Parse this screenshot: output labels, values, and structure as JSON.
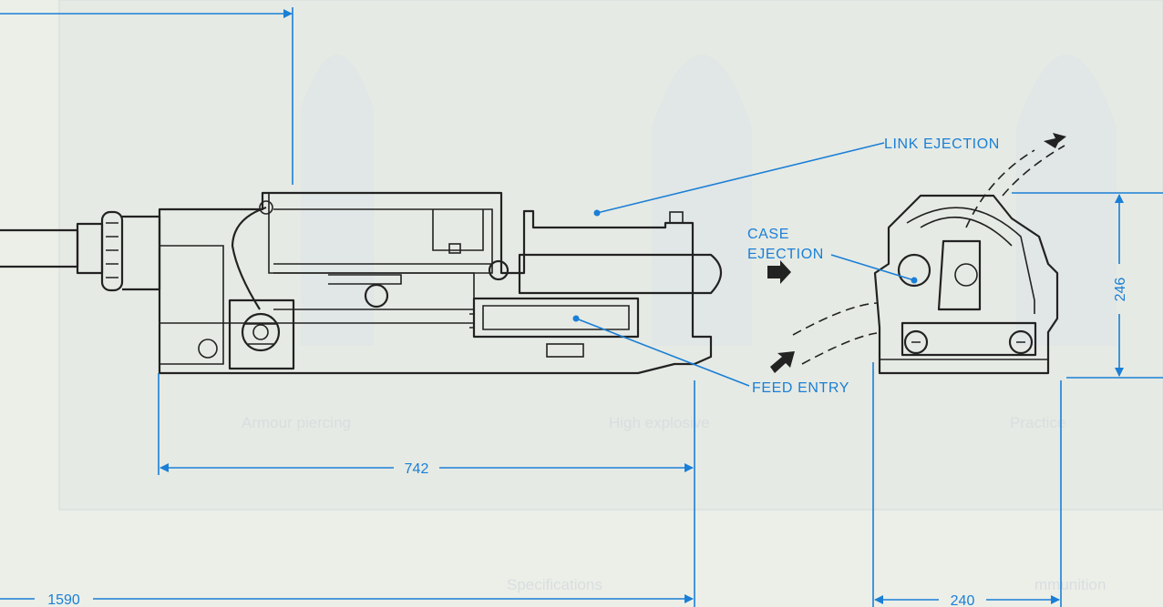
{
  "callouts": {
    "link_ejection": "LINK EJECTION",
    "case_ejection_line1": "CASE",
    "case_ejection_line2": "EJECTION",
    "feed_entry": "FEED ENTRY"
  },
  "dimensions": {
    "receiver_length": "742",
    "overall_length": "1590",
    "width": "240",
    "height": "246"
  },
  "faint_background": {
    "label_1": "Armour piercing",
    "label_2": "High explosive",
    "label_3": "Practice",
    "label_4": "Specifications",
    "label_5": "mmunition"
  },
  "colors": {
    "background": "#ecefe8",
    "dimension_blue": "#1a7fd6",
    "line_ink": "#222222"
  }
}
